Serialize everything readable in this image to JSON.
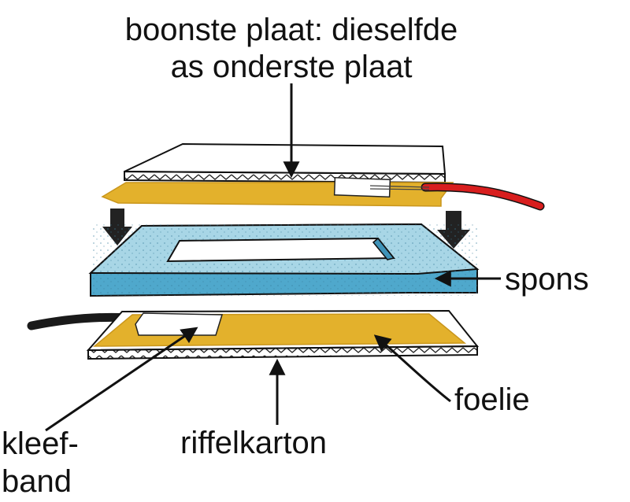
{
  "labels": {
    "top_line1": "boonste plaat: dieselfde",
    "top_line2": "as onderste plaat",
    "spons": "spons",
    "foelie": "foelie",
    "riffelkarton": "riffelkarton",
    "kleef_line1": "kleef-",
    "kleef_line2": "band"
  },
  "colors": {
    "foil": "#e3b12c",
    "foil_edge": "#c9961c",
    "sponge_top": "#a8d6e6",
    "sponge_side": "#4fa8cc",
    "red_wire": "#d81e1e",
    "black_wire": "#1a1a1a",
    "arrow": "#111111"
  }
}
